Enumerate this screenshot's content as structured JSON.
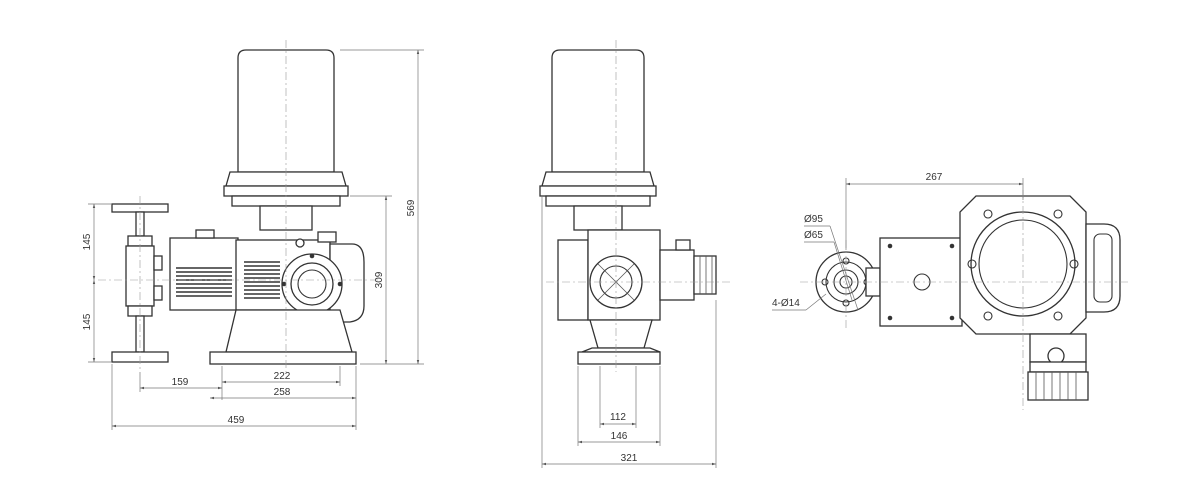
{
  "dimensions": {
    "front": {
      "height_total": "569",
      "height_lower": "309",
      "upper_flange": "145",
      "lower_flange": "145",
      "offset": "159",
      "base_inner": "222",
      "base_outer": "258",
      "total_width": "459"
    },
    "side": {
      "base_inner": "112",
      "base_outer": "146",
      "total_width": "321"
    },
    "top": {
      "length": "267",
      "flange_outer": "Ø95",
      "flange_inner": "Ø65",
      "bolt_holes": "4-Ø14"
    }
  }
}
